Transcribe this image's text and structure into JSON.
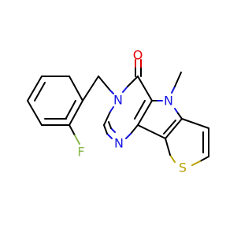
{
  "molecule": {
    "atoms": {
      "O": {
        "symbol": "O",
        "color": "#e00000"
      },
      "F": {
        "symbol": "F",
        "color": "#8ab84a"
      },
      "N1": {
        "symbol": "N",
        "color": "#1515e0"
      },
      "N2": {
        "symbol": "N",
        "color": "#1515e0"
      },
      "N3": {
        "symbol": "N",
        "color": "#1515e0"
      },
      "S": {
        "symbol": "S",
        "color": "#b8a000"
      }
    }
  }
}
